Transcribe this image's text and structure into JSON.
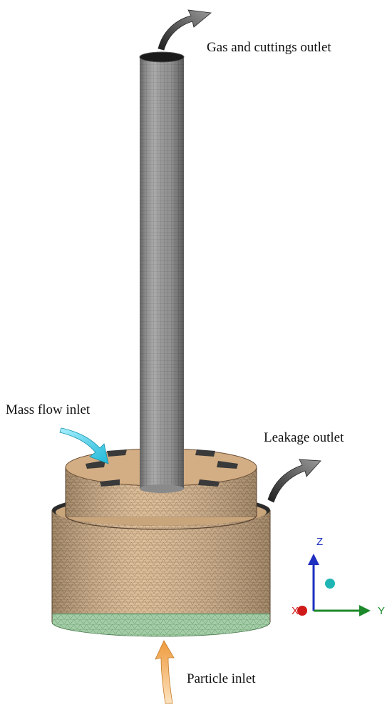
{
  "labels": {
    "gas_outlet": "Gas and cuttings outlet",
    "mass_flow_inlet": "Mass flow inlet",
    "leakage_outlet": "Leakage outlet",
    "particle_inlet": "Particle inlet"
  },
  "axes": {
    "z": "Z",
    "y": "Y",
    "x": "X"
  },
  "colors": {
    "tube_mesh": "#8c8c8c",
    "body_mesh": "#d8b891",
    "bottom_mesh": "#9cc9a0",
    "arrow_dark": "#3a3a3a",
    "arrow_cyan": "#29c9e0",
    "arrow_orange": "#f2a24a",
    "axis_z": "#1f2fbf",
    "axis_y": "#1c8a2a",
    "axis_x": "#d01a1a",
    "axis_dot": "#1fb5b5"
  }
}
